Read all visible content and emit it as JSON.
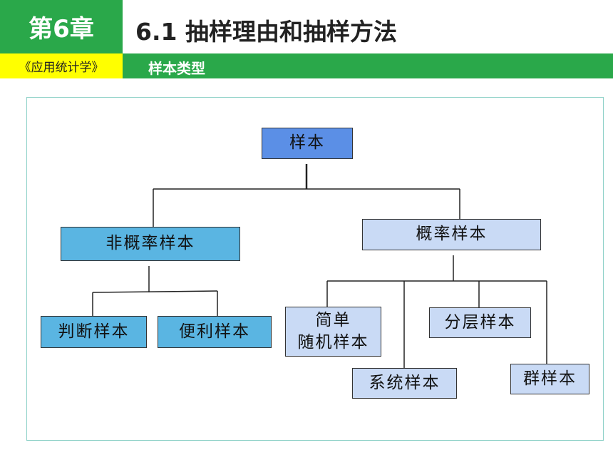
{
  "header": {
    "chapter": "第6章",
    "book": "《应用统计学》",
    "section_title": "6.1 抽样理由和抽样方法",
    "subtitle": "样本类型"
  },
  "diagram": {
    "root": "样本",
    "non_probability": {
      "label": "非概率样本",
      "children": [
        "判断样本",
        "便利样本"
      ]
    },
    "probability": {
      "label": "概率样本",
      "children": [
        "简单\n随机样本",
        "系统样本",
        "分层样本",
        "群样本"
      ]
    }
  },
  "colors": {
    "header_green": "#2aa84a",
    "book_yellow": "#ffff00",
    "root_fill": "#5b8fe6",
    "nonprob_fill": "#5ab5e2",
    "prob_fill": "#c9daf5"
  }
}
